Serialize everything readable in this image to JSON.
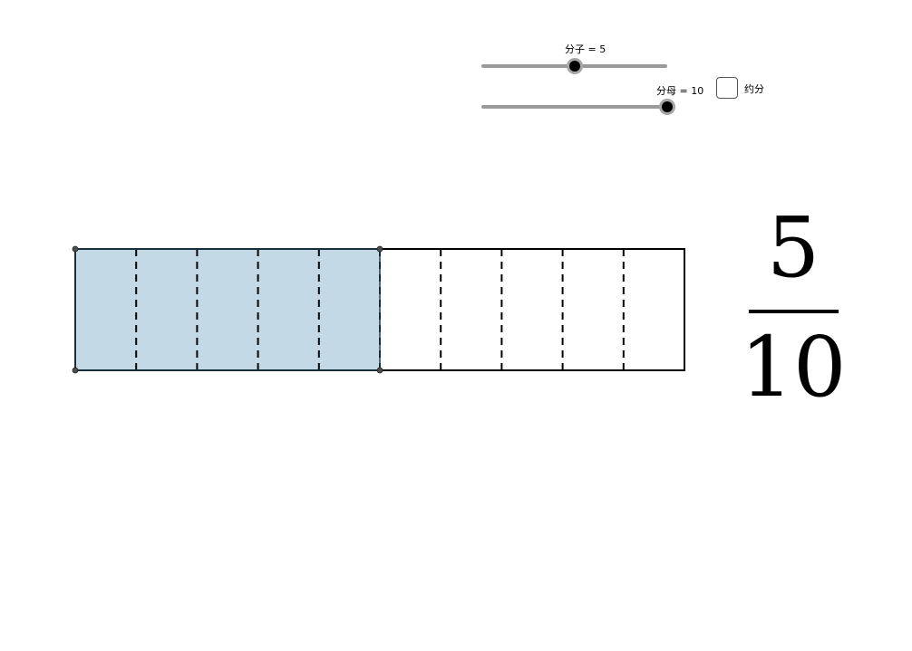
{
  "controls": {
    "numerator_label": "分子 = 5",
    "denominator_label": "分母 = 10",
    "reduce_label": "约分",
    "reduce_checked": false
  },
  "fraction": {
    "numerator": "5",
    "denominator": "10"
  },
  "diagram": {
    "numerator": 5,
    "denominator": 10,
    "numerator_slider": {
      "value": 5,
      "min": 0,
      "max": 10
    },
    "denominator_slider": {
      "value": 10,
      "min": 1,
      "max": 10
    },
    "shade_color": "#c3dae6",
    "outline_color": "#000000"
  }
}
